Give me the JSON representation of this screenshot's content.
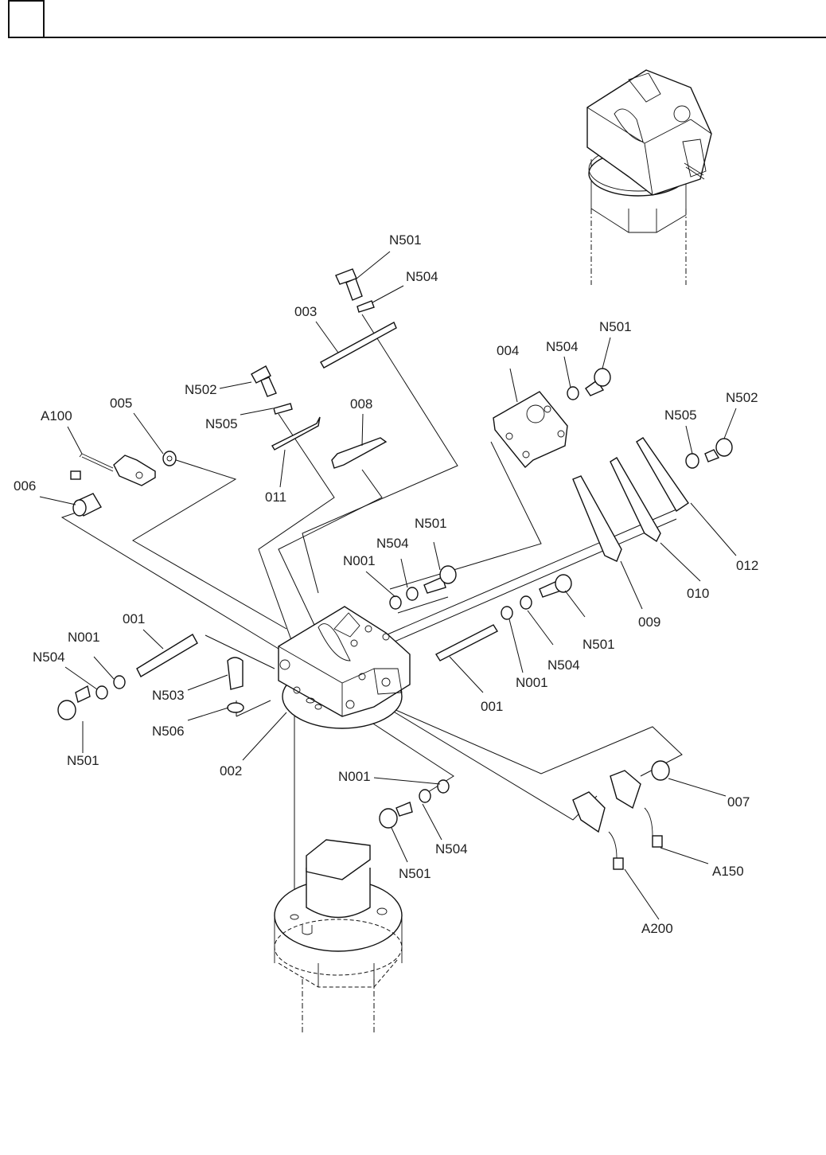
{
  "page": {
    "header_box_text": "",
    "colors": {
      "ink": "#111111",
      "background": "#ffffff"
    }
  },
  "diagram": {
    "type": "exploded-parts-view",
    "labels": [
      {
        "id": "N501_top",
        "text": "N501"
      },
      {
        "id": "N504_top",
        "text": "N504"
      },
      {
        "id": "003",
        "text": "003"
      },
      {
        "id": "N502_left",
        "text": "N502"
      },
      {
        "id": "N505_left",
        "text": "N505"
      },
      {
        "id": "008",
        "text": "008"
      },
      {
        "id": "011",
        "text": "011"
      },
      {
        "id": "A100",
        "text": "A100"
      },
      {
        "id": "005",
        "text": "005"
      },
      {
        "id": "006",
        "text": "006"
      },
      {
        "id": "004",
        "text": "004"
      },
      {
        "id": "N504_right",
        "text": "N504"
      },
      {
        "id": "N501_right",
        "text": "N501"
      },
      {
        "id": "N505_right",
        "text": "N505"
      },
      {
        "id": "N502_right",
        "text": "N502"
      },
      {
        "id": "012",
        "text": "012"
      },
      {
        "id": "010",
        "text": "010"
      },
      {
        "id": "009",
        "text": "009"
      },
      {
        "id": "N001_mid",
        "text": "N001"
      },
      {
        "id": "N504_mid",
        "text": "N504"
      },
      {
        "id": "N501_mid",
        "text": "N501"
      },
      {
        "id": "N501_mid2",
        "text": "N501"
      },
      {
        "id": "N504_mid2",
        "text": "N504"
      },
      {
        "id": "N001_mid2",
        "text": "N001"
      },
      {
        "id": "001_right",
        "text": "001"
      },
      {
        "id": "001_left",
        "text": "001"
      },
      {
        "id": "N001_left",
        "text": "N001"
      },
      {
        "id": "N504_left",
        "text": "N504"
      },
      {
        "id": "N501_left",
        "text": "N501"
      },
      {
        "id": "N503",
        "text": "N503"
      },
      {
        "id": "N506",
        "text": "N506"
      },
      {
        "id": "002",
        "text": "002"
      },
      {
        "id": "N001_bottom",
        "text": "N001"
      },
      {
        "id": "N504_bottom",
        "text": "N504"
      },
      {
        "id": "N501_bottom",
        "text": "N501"
      },
      {
        "id": "007",
        "text": "007"
      },
      {
        "id": "A150",
        "text": "A150"
      },
      {
        "id": "A200",
        "text": "A200"
      }
    ]
  }
}
